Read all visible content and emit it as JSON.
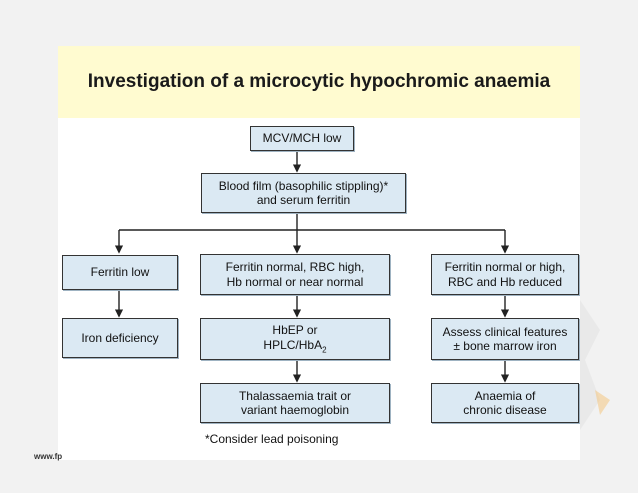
{
  "title": "Investigation of a microcytic hypochromic anaemia",
  "nodes": {
    "start": "MCV/MCH low",
    "film_line1": "Blood film (basophilic stippling)*",
    "film_line2": "and serum ferritin",
    "ferritin_low": "Ferritin low",
    "mid_line1": "Ferritin normal, RBC high,",
    "mid_line2": "Hb normal or near normal",
    "right_line1": "Ferritin normal or high,",
    "right_line2": "RBC and Hb reduced",
    "iron_def": "Iron deficiency",
    "hbep_line1": "HbEP or",
    "hbep_line2_main": "HPLC/HbA",
    "hbep_line2_sub": "2",
    "assess_line1": "Assess clinical features",
    "assess_line2": "± bone marrow iron",
    "thal_line1": "Thalassaemia trait or",
    "thal_line2": "variant haemoglobin",
    "anaemia_line1": "Anaemia of",
    "anaemia_line2": "chronic disease"
  },
  "footnote": "*Consider lead poisoning",
  "watermark": "www.fp",
  "colors": {
    "box_fill": "#dbe9f3",
    "title_fill": "#fffbd0",
    "line": "#222222"
  }
}
